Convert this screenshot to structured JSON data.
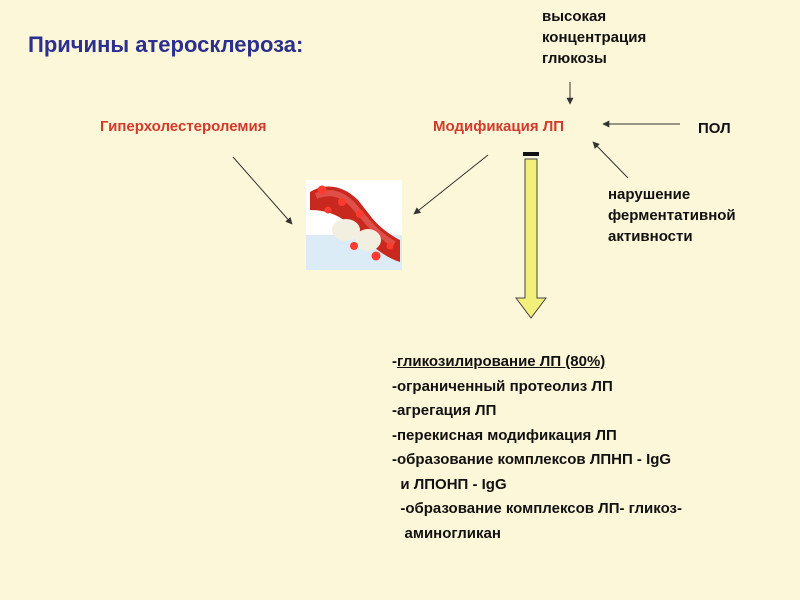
{
  "title": "Причины атеросклероза:",
  "nodes": {
    "hyperchol": "Гиперхолестеролемия",
    "modification": "Модификация ЛП",
    "pol": "ПОЛ",
    "glucose": [
      "высокая",
      "концентрация",
      "глюкозы"
    ],
    "enzyme": [
      "нарушение",
      "ферментативной",
      "активности"
    ]
  },
  "effects": [
    {
      "prefix": "-",
      "text": "гликозилирование ЛП (80%)",
      "underline": true
    },
    {
      "prefix": "-",
      "text": "ограниченный протеолиз ЛП",
      "underline": false
    },
    {
      "prefix": "-",
      "text": "агрегация ЛП",
      "underline": false
    },
    {
      "prefix": "-",
      "text": "перекисная модификация ЛП",
      "underline": false
    },
    {
      "prefix": "-",
      "text": "образование комплексов ЛПНП - IgG",
      "underline": false
    },
    {
      "prefix": "",
      "text": "  и ЛПОНП - IgG",
      "underline": false
    },
    {
      "prefix": "  -",
      "text": "образование комплексов ЛП- гликоз-",
      "underline": false
    },
    {
      "prefix": "",
      "text": "   аминогликан",
      "underline": false
    }
  ],
  "colors": {
    "background": "#fdf7d9",
    "title": "#2b2f8f",
    "node_red": "#d23a2a",
    "arrow_fill": "#f2f07a"
  }
}
